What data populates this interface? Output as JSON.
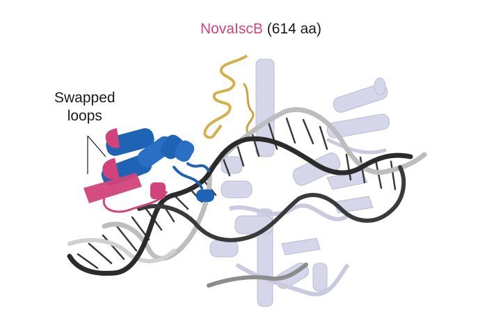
{
  "title": {
    "name": "NovaIscB",
    "detail": "(614 aa)"
  },
  "callout": {
    "line1": "Swapped",
    "line2": "loops"
  },
  "colors": {
    "title_name": "#d1437a",
    "swapped_loops": "#d1437a",
    "domain_blue": "#1f63b5",
    "yellow_loop": "#d3b04b",
    "protein_body": "#d6d6ea",
    "dna_dark": "#2b2b2b",
    "dna_light": "#b5b5b5"
  }
}
